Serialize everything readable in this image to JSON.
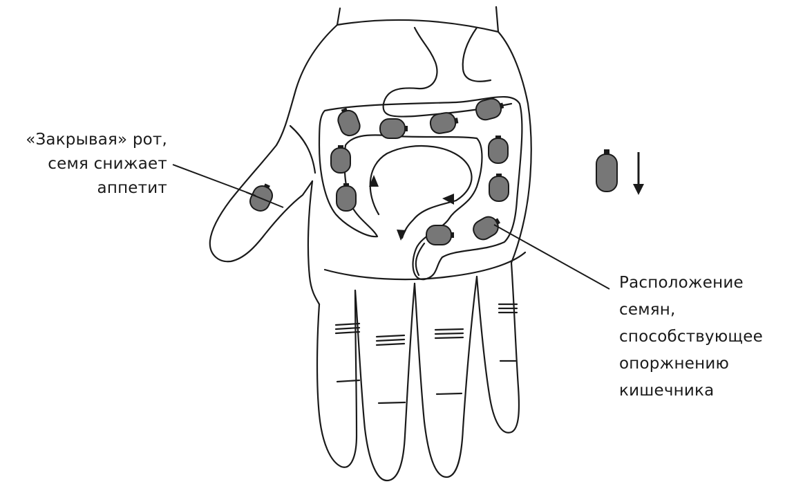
{
  "annotations": {
    "left": {
      "lines": [
        "«Закрывая» рот,",
        "семя снижает",
        "аппетит"
      ]
    },
    "right": {
      "lines": [
        "Расположение",
        "семян,",
        "способствующее",
        "опоржнению",
        "кишечника"
      ]
    }
  },
  "legend": {
    "icon": "seed-icon",
    "arrow": "arrow-down-icon"
  },
  "colors": {
    "outline": "#1a1a1a",
    "seed_fill": "#777777",
    "background": "#ffffff"
  }
}
